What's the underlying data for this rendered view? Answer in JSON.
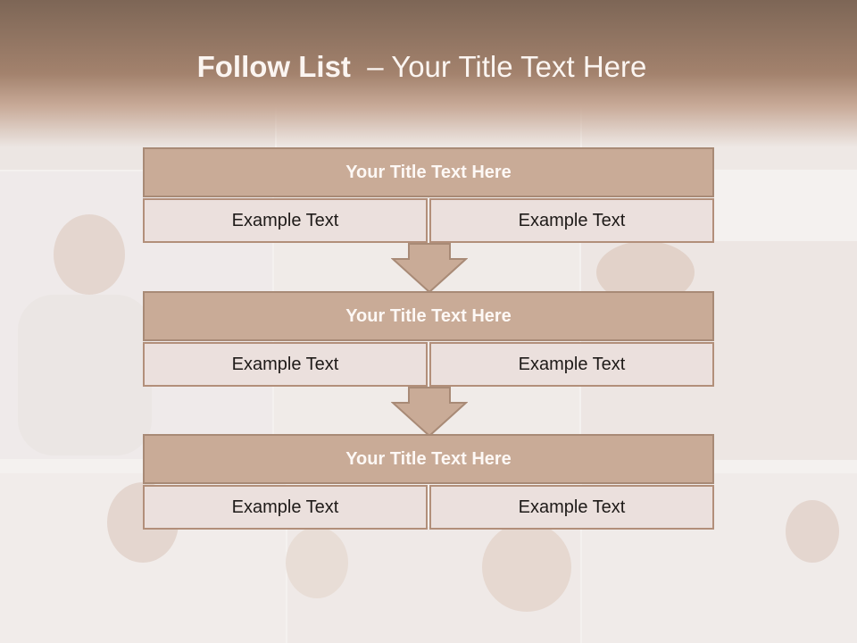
{
  "slide": {
    "title_bold": "Follow List",
    "title_rest": "– Your Title Text Here"
  },
  "steps": [
    {
      "title": "Your Title Text Here",
      "left": "Example Text",
      "right": "Example Text"
    },
    {
      "title": "Your Title Text Here",
      "left": "Example Text",
      "right": "Example Text"
    },
    {
      "title": "Your Title Text Here",
      "left": "Example Text",
      "right": "Example Text"
    }
  ],
  "colors": {
    "banner_dark": "#7d6656",
    "box_header": "#c9ab97",
    "box_border": "#a88a76",
    "cell_fill": "#ebe0dd"
  }
}
